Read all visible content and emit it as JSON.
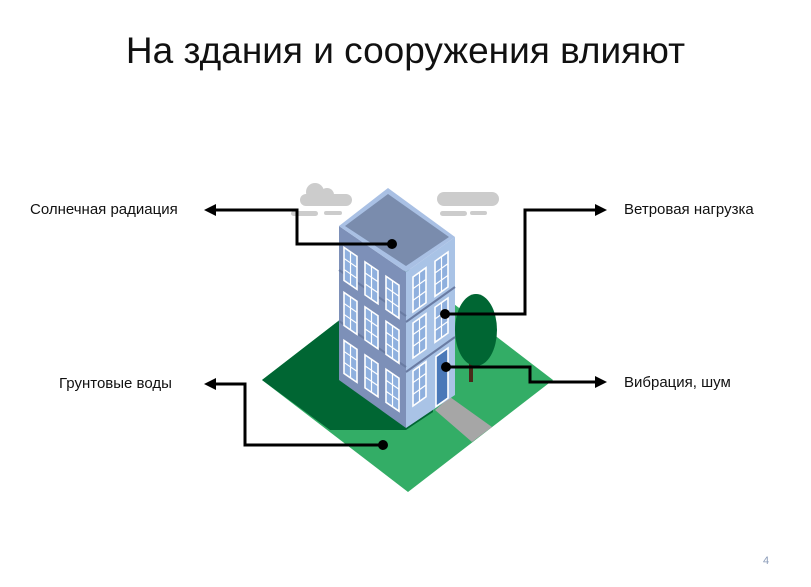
{
  "slide": {
    "title": "На здания и сооружения влияют",
    "page_number": "4"
  },
  "factors": {
    "solar": "Солнечная радиация",
    "wind": "Ветровая нагрузка",
    "groundwater": "Грунтовые воды",
    "vibration": "Вибрация, шум"
  },
  "colors": {
    "ground_dark": "#006633",
    "ground_light": "#33ad66",
    "roof": "#7a8cad",
    "roof_rim": "#a9c0e4",
    "wall_left": "#7d90b8",
    "wall_right": "#a9c3e6",
    "window": "#8fb0de",
    "door": "#4a78b8",
    "path": "#a6a6a6",
    "tree": "#006633",
    "cloud": "#cccccc"
  }
}
